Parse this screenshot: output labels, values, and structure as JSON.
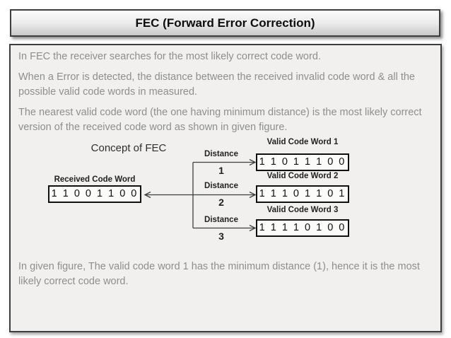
{
  "title": "FEC (Forward Error Correction)",
  "body": {
    "paragraphs": [
      "In FEC the receiver searches for the most likely correct code word.",
      "When a Error is detected, the distance between the received invalid code word & all the possible valid code words in measured.",
      "The nearest valid code word (the one having minimum distance) is the most likely correct version of the received code word as shown in given figure."
    ],
    "conclusion": "In given figure, The valid code word 1 has the minimum distance (1), hence it is the most likely correct code word."
  },
  "diagram": {
    "caption": "Concept of FEC",
    "received": {
      "label": "Received Code Word",
      "code": "1 1 0 0 1 1 0 0"
    },
    "distances": [
      {
        "label": "Distance",
        "value": "1"
      },
      {
        "label": "Distance",
        "value": "2"
      },
      {
        "label": "Distance",
        "value": "3"
      }
    ],
    "valid_words": [
      {
        "label": "Valid Code Word 1",
        "code": "1 1 0 1 1 1 0 0"
      },
      {
        "label": "Valid Code Word 2",
        "code": "1 1 1 0 1 1 0 1"
      },
      {
        "label": "Valid Code Word 3",
        "code": "1 1 1 1 0 1 0 0"
      }
    ]
  },
  "colors": {
    "panel_border": "#3e3e3e",
    "content_background": "#f1f0ee",
    "body_text": "#8e8e8e",
    "diagram_text": "#1f1f1f",
    "connector": "#3f3f3f"
  }
}
